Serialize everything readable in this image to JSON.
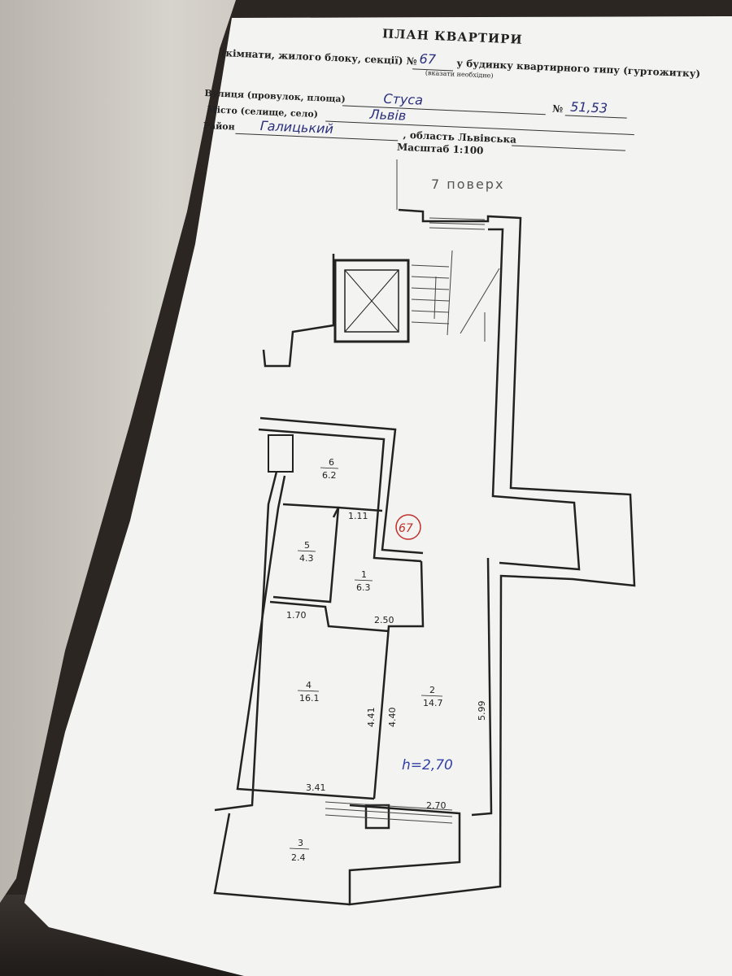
{
  "header": {
    "title": "ПЛАН КВАРТИРИ",
    "line1_prefix": "(кімнати, жилого блоку, секції) №",
    "apartment_no": "67",
    "line1_suffix": "у будинку квартирного типу (гуртожитку)",
    "hint": "(вказати необхідне)",
    "street_label": "Вулиця (провулок, площа)",
    "street_value": "Стуса",
    "house_no_label": "№",
    "house_no_value": "51,53",
    "city_label": "Місто (селище, село)",
    "city_value": "Львів",
    "district_label": "Район",
    "district_value": "Галицький",
    "region": ", область Львівська",
    "scale": "Масштаб 1:100"
  },
  "plan": {
    "floor": "7 поверх",
    "apartment_mark": "67",
    "ceiling_height": "h=2,70",
    "rooms": [
      {
        "no": "1",
        "area": "6.3"
      },
      {
        "no": "2",
        "area": "14.7"
      },
      {
        "no": "3",
        "area": "2.4"
      },
      {
        "no": "4",
        "area": "16.1"
      },
      {
        "no": "5",
        "area": "4.3"
      },
      {
        "no": "6",
        "area": "6.2"
      }
    ],
    "dimensions": [
      "1.11",
      "1.70",
      "2.50",
      "4.41",
      "4.40",
      "5.99",
      "3.41",
      "2.70"
    ]
  },
  "colors": {
    "page": "#f3f3f1",
    "ink": "#222222",
    "red_pen": "#c0302a",
    "blue_pen": "#3340a8",
    "pencil": "#555555"
  }
}
